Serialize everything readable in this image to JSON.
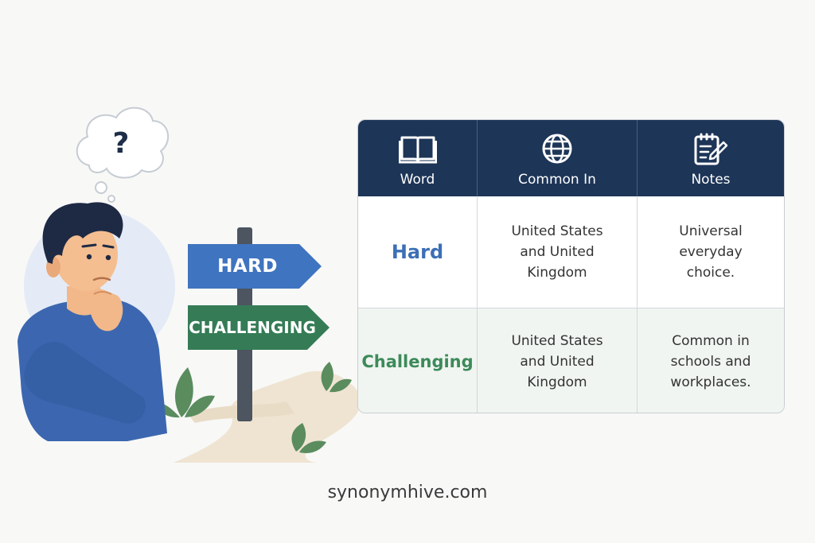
{
  "illustration": {
    "question_mark": "?",
    "signs": {
      "top": "HARD",
      "bottom": "CHALLENGING"
    }
  },
  "table": {
    "headers": [
      {
        "label": "Word",
        "icon": "book-icon"
      },
      {
        "label": "Common In",
        "icon": "globe-icon"
      },
      {
        "label": "Notes",
        "icon": "notepad-icon"
      }
    ],
    "rows": [
      {
        "word": "Hard",
        "common_in": "United States\nand United\nKingdom",
        "notes": "Universal\neveryday\nchoice."
      },
      {
        "word": "Challenging",
        "common_in": "United States\nand United\nKingdom",
        "notes": "Common in\nschools and\nworkplaces."
      }
    ]
  },
  "footer": {
    "site": "synonymhive.com"
  },
  "colors": {
    "header_bg": "#1d3557",
    "hard_blue": "#3c6fb6",
    "challenging_green": "#3d8a5a"
  }
}
